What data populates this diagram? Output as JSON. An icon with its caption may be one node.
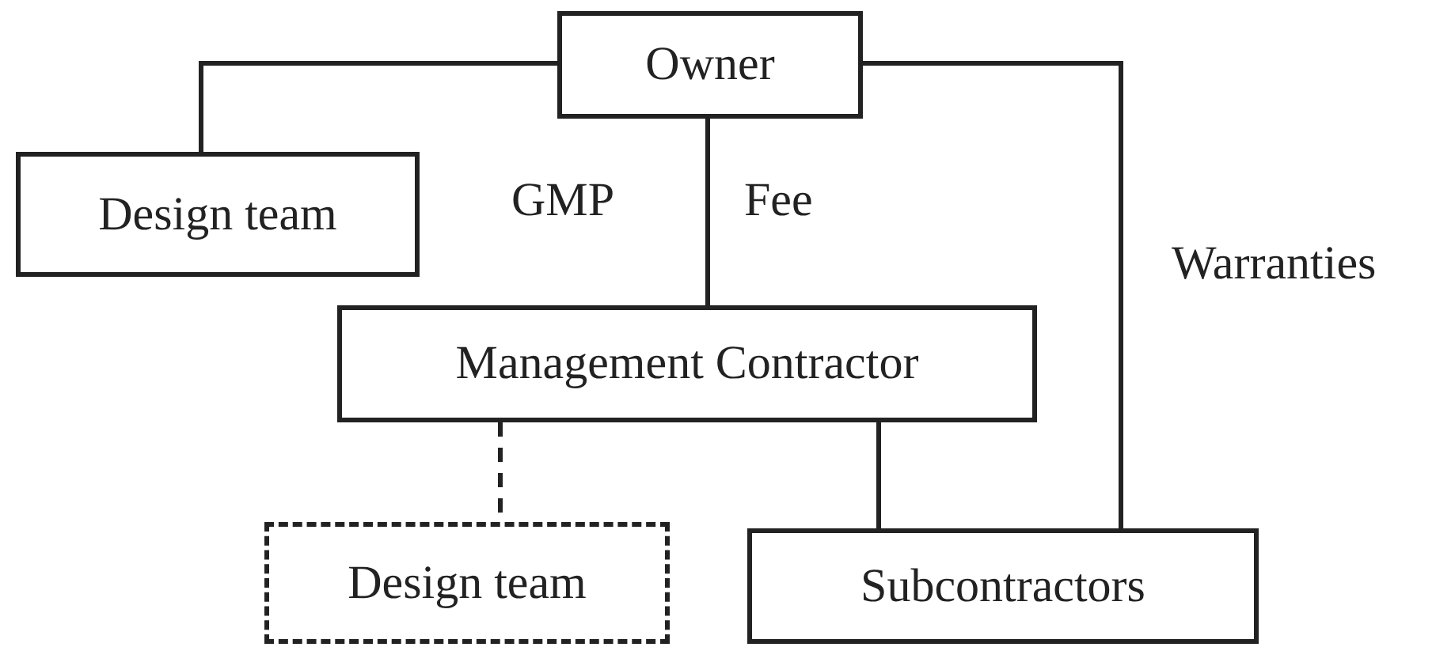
{
  "diagram": {
    "nodes": [
      {
        "text": [
          "Owner"
        ]
      },
      {
        "text": [
          "Design team"
        ]
      },
      {
        "text": [
          "Management Contractor"
        ]
      },
      {
        "text": [
          "Design team"
        ]
      },
      {
        "text": [
          "Subcontractors"
        ]
      }
    ],
    "edges": [
      {
        "from": 0,
        "to": 1,
        "arrow": "none"
      },
      {
        "from": 0,
        "to": 2,
        "arrow": "none"
      },
      {
        "from": 0,
        "to": 4,
        "arrow": "none"
      },
      {
        "from": 2,
        "to": 3,
        "arrow": "none",
        "style": "dashed"
      },
      {
        "from": 2,
        "to": 4,
        "arrow": "none"
      }
    ],
    "labels": [
      "GMP",
      "Fee",
      "Warranties"
    ]
  }
}
